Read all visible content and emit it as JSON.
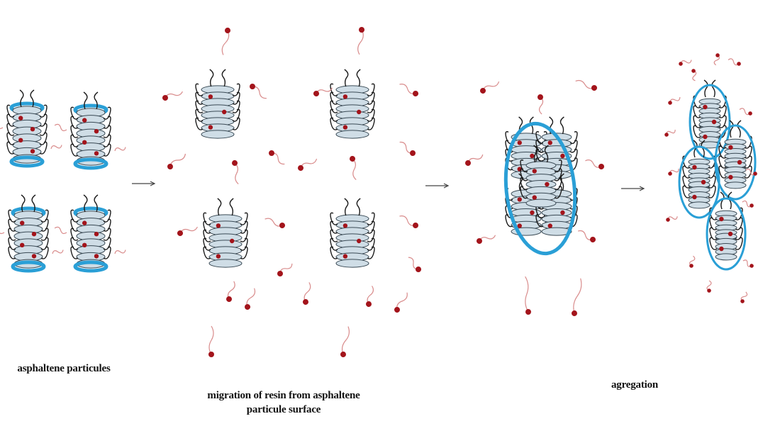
{
  "labels": {
    "stage1": "asphaltene particules",
    "stage2_line1": "migration of resin from asphaltene",
    "stage2_line2": "particule surface",
    "stage3": "agregation"
  },
  "colors": {
    "shell": "#2a9fd6",
    "disc_fill": "#cfdde6",
    "disc_stroke": "#3a4a55",
    "resin_head": "#a3141b",
    "resin_tail": "#d98c8c",
    "chain": "#1a1a1a",
    "arrow": "#444444"
  },
  "icons": [
    "arrow-right-icon"
  ]
}
